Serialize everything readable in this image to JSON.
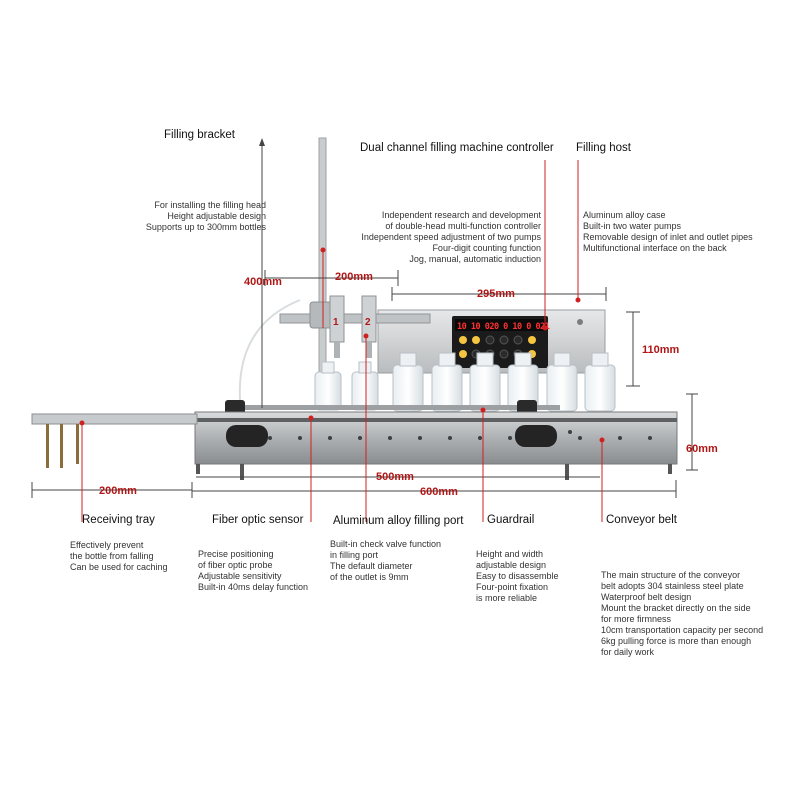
{
  "callouts": {
    "filling_bracket": {
      "title": "Filling bracket",
      "lines": [
        "For installing the filling head",
        "Height adjustable design",
        "Supports up to 300mm bottles"
      ]
    },
    "controller": {
      "title": "Dual channel filling machine controller",
      "lines": [
        "Independent research and development",
        "of double-head multi-function controller",
        "Independent speed adjustment of two pumps",
        "Four-digit counting function",
        "Jog, manual, automatic induction"
      ]
    },
    "filling_host": {
      "title": "Filling host",
      "lines": [
        "Aluminum alloy case",
        "Built-in two water pumps",
        "Removable design of inlet and outlet pipes",
        "Multifunctional interface on the back"
      ]
    },
    "receiving_tray": {
      "title": "Receiving tray",
      "lines": [
        "Effectively prevent",
        "the bottle from falling",
        "Can be used for caching"
      ]
    },
    "fiber_optic_sensor": {
      "title": "Fiber optic sensor",
      "lines": [
        "Precise positioning",
        "of fiber optic probe",
        "Adjustable sensitivity",
        "Built-in 40ms delay function"
      ]
    },
    "filling_port": {
      "title": "Aluminum alloy filling port",
      "lines": [
        "Built-in check valve function",
        "in filling port",
        "The default diameter",
        "of the outlet is 9mm"
      ]
    },
    "guardrail": {
      "title": "Guardrail",
      "lines": [
        "Height and width",
        "adjustable design",
        "Easy to disassemble",
        "Four-point fixation",
        "is more reliable"
      ]
    },
    "conveyor_belt": {
      "title": "Conveyor belt",
      "lines": [
        "The main structure of the conveyor",
        "belt adopts 304 stainless steel plate",
        "Waterproof belt design",
        "Mount the bracket directly on the side",
        "for more firmness",
        "10cm transportation capacity per second",
        "6kg pulling force is more than enough",
        "for daily work"
      ]
    }
  },
  "dimensions": {
    "bracket_height": "400mm",
    "head_spacing": "200mm",
    "host_width": "295mm",
    "host_height": "110mm",
    "belt_height": "60mm",
    "tray_length": "200mm",
    "conveyor_length": "500mm",
    "overall_length": "600mm"
  },
  "display_readout": "10 10 020 0 10 0 021",
  "nozzle_labels": [
    "1",
    "2"
  ],
  "colors": {
    "dimension_text": "#b11616",
    "callout_line": "#d02020",
    "frame": "#8d9092",
    "display_digits": "#ff3030",
    "button_yellow": "#f5c542"
  }
}
